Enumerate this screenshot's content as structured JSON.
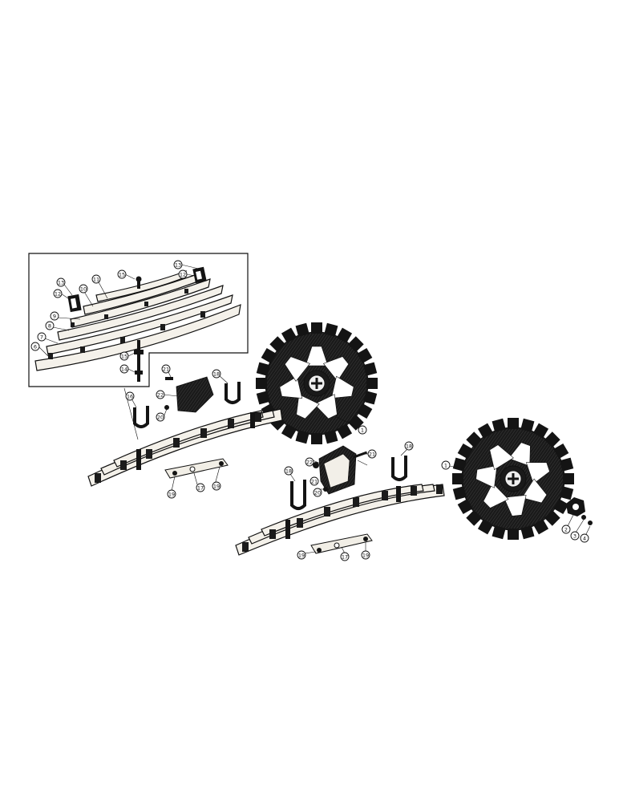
{
  "callouts": {
    "inset": [
      "6",
      "7",
      "8",
      "9",
      "10",
      "11",
      "12",
      "13",
      "15",
      "13",
      "12",
      "15",
      "14"
    ],
    "left_assembly": [
      "16",
      "18",
      "21",
      "22",
      "20",
      "1",
      "19",
      "17",
      "19"
    ],
    "right_assembly": [
      "1",
      "2",
      "3",
      "4",
      "18",
      "18",
      "22",
      "21",
      "21",
      "20",
      "19",
      "17",
      "19"
    ]
  },
  "icons": {
    "sprocket": "sprocket-wheel-icon",
    "spring": "leaf-spring-icon",
    "ubolt": "u-bolt-icon",
    "bracket": "spring-bracket-icon",
    "plate": "clip-plate-icon",
    "nut": "hub-nut-icon"
  }
}
